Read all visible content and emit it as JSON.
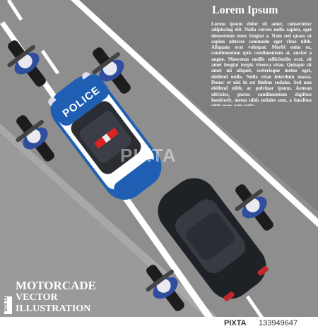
{
  "text_block": {
    "title": "Lorem Ipsum",
    "body": "Lorem ipsum dolor sit amet, consectetur adipiscing elit. Nulla cursus nulla sapien, eget elementum nunc feugiat a. Nam sed quam ut sapien ultrices commodo eget vitae nibh. Aliquam erat volutpat. Morbi enim ex, condimentum quis condimentum at, auctor a augue. Maecenas mollis sollicitudin erat, sit amet feugiat turpis viverra vitae. Quisque sit amet mi aliquet, scelerisque metus eget, eleifend nulla. Nulla vitae interdum massa. Donec et nisi in est finibus sodales. Sed non eleifend nibh, ac pulvinar ipsum. Aenean ultricies, purus condimentum dapibus hendrerit, metus nibh sodales sem, a faucibus nibh nunc quis nulla."
  },
  "car": {
    "label": "POLICE"
  },
  "bottom_title": {
    "line1": "MOTORCADE",
    "line2": "VECTOR",
    "line3": "ILLUSTRATION"
  },
  "badge": {
    "label": "EPS 10"
  },
  "watermark": {
    "label": "PIXTA"
  },
  "footer": {
    "logo": "PIXTA",
    "image_id": "133949647"
  },
  "colors": {
    "road": "#8e8e8e",
    "lane_marking": "#ffffff",
    "police_blue": "#1e5fb4",
    "black_car": "#1e2126",
    "uniform": "#2f4f9e"
  }
}
